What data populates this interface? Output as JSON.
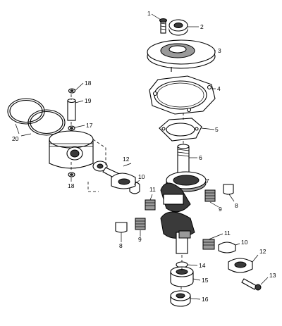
{
  "callouts": {
    "c1": "1",
    "c2": "2",
    "c3": "3",
    "c4": "4",
    "c5": "5",
    "c6": "6",
    "c7": "7",
    "c8a": "8",
    "c8b": "8",
    "c9a": "9",
    "c9b": "9",
    "c10a": "10",
    "c10b": "10",
    "c11a": "11",
    "c11b": "11",
    "c12a": "12",
    "c12b": "12",
    "c13": "13",
    "c14": "14",
    "c15": "15",
    "c16": "16",
    "c17": "17",
    "c18a": "18",
    "c18b": "18",
    "c19": "19",
    "c20": "20"
  }
}
